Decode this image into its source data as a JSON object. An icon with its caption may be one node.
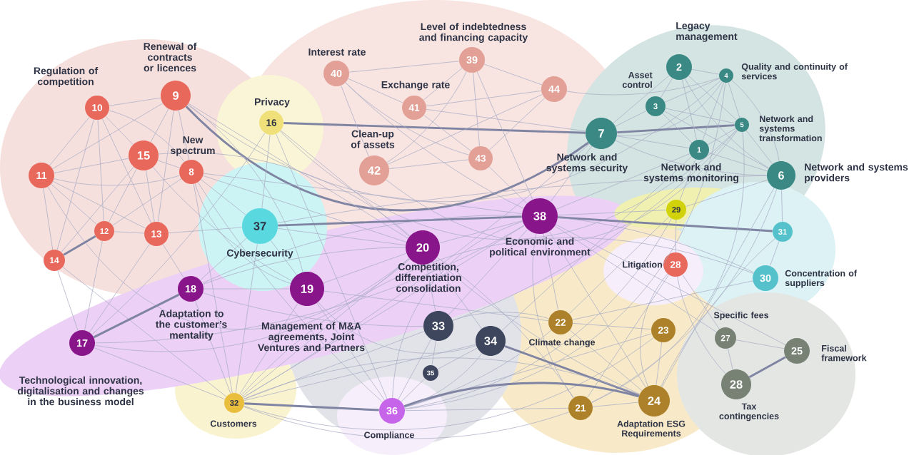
{
  "diagram": {
    "nodes": [
      {
        "text": [
          "1"
        ],
        "beside": [
          "Network and systems monitoring"
        ]
      },
      {
        "text": [
          "2"
        ],
        "beside": [
          "Legacy management"
        ]
      },
      {
        "text": [
          "3"
        ],
        "beside": [
          "Asset control"
        ]
      },
      {
        "text": [
          "4"
        ],
        "beside": [
          "Quality and continuity of services"
        ]
      },
      {
        "text": [
          "5"
        ],
        "beside": [
          "Network and systems transformation"
        ]
      },
      {
        "text": [
          "6"
        ],
        "beside": [
          "Network and systems providers"
        ]
      },
      {
        "text": [
          "7"
        ],
        "beside": [
          "Network and systems security"
        ]
      },
      {
        "text": [
          "8"
        ],
        "beside": [
          "New spectrum"
        ]
      },
      {
        "text": [
          "9"
        ],
        "beside": [
          "Renewal of contracts or licences"
        ]
      },
      {
        "text": [
          "10"
        ],
        "beside": [
          "Regulation of competition"
        ]
      },
      {
        "text": [
          "11"
        ]
      },
      {
        "text": [
          "12"
        ]
      },
      {
        "text": [
          "13"
        ]
      },
      {
        "text": [
          "14"
        ]
      },
      {
        "text": [
          "15"
        ]
      },
      {
        "text": [
          "16"
        ],
        "beside": [
          "Privacy"
        ]
      },
      {
        "text": [
          "17"
        ],
        "beside": [
          "Technological innovation, digitalisation and changes in the business model"
        ]
      },
      {
        "text": [
          "18"
        ],
        "beside": [
          "Adaptation to the customer’s mentality"
        ]
      },
      {
        "text": [
          "19"
        ],
        "beside": [
          "Management of M&A agreements, Joint Ventures and Partners"
        ]
      },
      {
        "text": [
          "20"
        ],
        "beside": [
          "Competition, differentiation consolidation"
        ]
      },
      {
        "text": [
          "21"
        ]
      },
      {
        "text": [
          "22"
        ],
        "beside": [
          "Climate change"
        ]
      },
      {
        "text": [
          "23"
        ]
      },
      {
        "text": [
          "24"
        ],
        "beside": [
          "Adaptation ESG Requirements"
        ]
      },
      {
        "text": [
          "25"
        ],
        "beside": [
          "Fiscal framework"
        ]
      },
      {
        "text": [
          "27"
        ],
        "beside": [
          "Specific fees"
        ]
      },
      {
        "text": [
          "28"
        ],
        "beside": [
          "Tax contingencies"
        ]
      },
      {
        "text": [
          "28"
        ],
        "beside": [
          "Litigation"
        ]
      },
      {
        "text": [
          "29"
        ]
      },
      {
        "text": [
          "30"
        ],
        "beside": [
          "Concentration of suppliers"
        ]
      },
      {
        "text": [
          "31"
        ]
      },
      {
        "text": [
          "32"
        ],
        "beside": [
          "Customers"
        ]
      },
      {
        "text": [
          "33"
        ]
      },
      {
        "text": [
          "34"
        ]
      },
      {
        "text": [
          "35"
        ]
      },
      {
        "text": [
          "36"
        ],
        "beside": [
          "Compliance"
        ]
      },
      {
        "text": [
          "37"
        ],
        "beside": [
          "Cybersecurity"
        ]
      },
      {
        "text": [
          "38"
        ],
        "beside": [
          "Economic and political environment"
        ]
      },
      {
        "text": [
          "39"
        ],
        "beside": [
          "Level of indebtedness and financing capacity"
        ]
      },
      {
        "text": [
          "40"
        ],
        "beside": [
          "Interest rate"
        ]
      },
      {
        "text": [
          "41"
        ],
        "beside": [
          "Exchange rate"
        ]
      },
      {
        "text": [
          "42"
        ],
        "beside": [
          "Clean-up of assets"
        ]
      },
      {
        "text": [
          "43"
        ]
      },
      {
        "text": [
          "44"
        ]
      }
    ],
    "edges": [
      {
        "from": 9,
        "to": 8,
        "arrow": "none"
      },
      {
        "from": 9,
        "to": 10,
        "arrow": "none"
      },
      {
        "from": 9,
        "to": 14,
        "arrow": "none"
      },
      {
        "from": 9,
        "to": 12,
        "arrow": "none"
      },
      {
        "from": 9,
        "to": 7,
        "arrow": "none"
      },
      {
        "from": 9,
        "to": 11,
        "arrow": "none"
      },
      {
        "from": 9,
        "to": 13,
        "arrow": "none"
      },
      {
        "from": 8,
        "to": 14,
        "arrow": "none"
      },
      {
        "from": 8,
        "to": 7,
        "arrow": "none"
      },
      {
        "from": 8,
        "to": 10,
        "arrow": "none"
      },
      {
        "from": 8,
        "to": 12,
        "arrow": "none"
      },
      {
        "from": 8,
        "to": 6,
        "arrow": "none",
        "style": "thick"
      },
      {
        "from": 8,
        "to": 3,
        "arrow": "none"
      },
      {
        "from": 14,
        "to": 10,
        "arrow": "none"
      },
      {
        "from": 14,
        "to": 7,
        "arrow": "none"
      },
      {
        "from": 14,
        "to": 12,
        "arrow": "none"
      },
      {
        "from": 14,
        "to": 11,
        "arrow": "none"
      },
      {
        "from": 14,
        "to": 13,
        "arrow": "none"
      },
      {
        "from": 14,
        "to": 19,
        "arrow": "none"
      },
      {
        "from": 14,
        "to": 18,
        "arrow": "none"
      },
      {
        "from": 10,
        "to": 7,
        "arrow": "none"
      },
      {
        "from": 10,
        "to": 12,
        "arrow": "none"
      },
      {
        "from": 10,
        "to": 11,
        "arrow": "none"
      },
      {
        "from": 10,
        "to": 13,
        "arrow": "none"
      },
      {
        "from": 10,
        "to": 19,
        "arrow": "none"
      },
      {
        "from": 11,
        "to": 12,
        "arrow": "none"
      },
      {
        "from": 11,
        "to": 13,
        "arrow": "none",
        "style": "thick"
      },
      {
        "from": 11,
        "to": 7,
        "arrow": "none"
      },
      {
        "from": 11,
        "to": 16,
        "arrow": "none"
      },
      {
        "from": 12,
        "to": 16,
        "arrow": "none"
      },
      {
        "from": 12,
        "to": 17,
        "arrow": "none"
      },
      {
        "from": 12,
        "to": 36,
        "arrow": "none"
      },
      {
        "from": 13,
        "to": 16,
        "arrow": "none"
      },
      {
        "from": 13,
        "to": 31,
        "arrow": "none"
      },
      {
        "from": 7,
        "to": 36,
        "arrow": "none"
      },
      {
        "from": 7,
        "to": 19,
        "arrow": "none"
      },
      {
        "from": 7,
        "to": 18,
        "arrow": "none"
      },
      {
        "from": 7,
        "to": 37,
        "arrow": "none"
      },
      {
        "from": 7,
        "to": 31,
        "arrow": "none"
      },
      {
        "from": 7,
        "to": 35,
        "arrow": "none"
      },
      {
        "from": 15,
        "to": 6,
        "arrow": "none",
        "style": "thick"
      },
      {
        "from": 15,
        "to": 36,
        "arrow": "none"
      },
      {
        "from": 15,
        "to": 35,
        "arrow": "none"
      },
      {
        "from": 15,
        "to": 16,
        "arrow": "none"
      },
      {
        "from": 15,
        "to": 19,
        "arrow": "none"
      },
      {
        "from": 15,
        "to": 4,
        "arrow": "none"
      },
      {
        "from": 8,
        "to": 19,
        "arrow": "none"
      },
      {
        "from": 8,
        "to": 18,
        "arrow": "none"
      },
      {
        "from": 36,
        "to": 37,
        "arrow": "none",
        "style": "thick"
      },
      {
        "from": 36,
        "to": 19,
        "arrow": "none"
      },
      {
        "from": 36,
        "to": 18,
        "arrow": "none"
      },
      {
        "from": 36,
        "to": 31,
        "arrow": "none"
      },
      {
        "from": 36,
        "to": 5,
        "arrow": "none"
      },
      {
        "from": 36,
        "to": 17,
        "arrow": "none"
      },
      {
        "from": 17,
        "to": 16,
        "arrow": "none",
        "style": "thick"
      },
      {
        "from": 17,
        "to": 18,
        "arrow": "none"
      },
      {
        "from": 17,
        "to": 31,
        "arrow": "none"
      },
      {
        "from": 17,
        "to": 19,
        "arrow": "none"
      },
      {
        "from": 17,
        "to": 37,
        "arrow": "none"
      },
      {
        "from": 17,
        "to": 32,
        "arrow": "none"
      },
      {
        "from": 16,
        "to": 31,
        "arrow": "none"
      },
      {
        "from": 16,
        "to": 37,
        "arrow": "none"
      },
      {
        "from": 16,
        "to": 19,
        "arrow": "none"
      },
      {
        "from": 18,
        "to": 19,
        "arrow": "none"
      },
      {
        "from": 18,
        "to": 31,
        "arrow": "none"
      },
      {
        "from": 18,
        "to": 35,
        "arrow": "none"
      },
      {
        "from": 18,
        "to": 33,
        "arrow": "none"
      },
      {
        "from": 18,
        "to": 21,
        "arrow": "none"
      },
      {
        "from": 19,
        "to": 37,
        "arrow": "none"
      },
      {
        "from": 19,
        "to": 32,
        "arrow": "none"
      },
      {
        "from": 19,
        "to": 33,
        "arrow": "none"
      },
      {
        "from": 19,
        "to": 23,
        "arrow": "none"
      },
      {
        "from": 19,
        "to": 20,
        "arrow": "none"
      },
      {
        "from": 19,
        "to": 31,
        "arrow": "none"
      },
      {
        "from": 37,
        "to": 6,
        "arrow": "none"
      },
      {
        "from": 37,
        "to": 30,
        "arrow": "none",
        "style": "thick"
      },
      {
        "from": 37,
        "to": 28,
        "arrow": "none"
      },
      {
        "from": 37,
        "to": 29,
        "arrow": "none"
      },
      {
        "from": 37,
        "to": 21,
        "arrow": "none"
      },
      {
        "from": 37,
        "to": 20,
        "arrow": "none"
      },
      {
        "from": 37,
        "to": 23,
        "arrow": "none"
      },
      {
        "from": 37,
        "to": 25,
        "arrow": "none"
      },
      {
        "from": 37,
        "to": 24,
        "arrow": "none"
      },
      {
        "from": 37,
        "to": 35,
        "arrow": "none"
      },
      {
        "from": 37,
        "to": 31,
        "arrow": "none"
      },
      {
        "from": 37,
        "to": 32,
        "arrow": "none"
      },
      {
        "from": 37,
        "to": 0,
        "arrow": "none"
      },
      {
        "from": 37,
        "to": 42,
        "arrow": "none"
      },
      {
        "from": 37,
        "to": 38,
        "arrow": "none"
      },
      {
        "from": 39,
        "to": 38,
        "arrow": "none"
      },
      {
        "from": 39,
        "to": 40,
        "arrow": "none"
      },
      {
        "from": 39,
        "to": 41,
        "arrow": "none"
      },
      {
        "from": 39,
        "to": 42,
        "arrow": "none"
      },
      {
        "from": 39,
        "to": 37,
        "arrow": "none"
      },
      {
        "from": 40,
        "to": 38,
        "arrow": "none"
      },
      {
        "from": 40,
        "to": 43,
        "arrow": "none"
      },
      {
        "from": 40,
        "to": 42,
        "arrow": "none"
      },
      {
        "from": 40,
        "to": 6,
        "arrow": "none"
      },
      {
        "from": 41,
        "to": 43,
        "arrow": "none"
      },
      {
        "from": 41,
        "to": 38,
        "arrow": "none"
      },
      {
        "from": 41,
        "to": 42,
        "arrow": "none"
      },
      {
        "from": 42,
        "to": 43,
        "arrow": "none"
      },
      {
        "from": 42,
        "to": 38,
        "arrow": "none"
      },
      {
        "from": 43,
        "to": 38,
        "arrow": "none"
      },
      {
        "from": 43,
        "to": 3,
        "arrow": "none"
      },
      {
        "from": 41,
        "to": 4,
        "arrow": "none"
      },
      {
        "from": 6,
        "to": 2,
        "arrow": "none"
      },
      {
        "from": 6,
        "to": 0,
        "arrow": "none"
      },
      {
        "from": 6,
        "to": 3,
        "arrow": "none"
      },
      {
        "from": 6,
        "to": 1,
        "arrow": "none"
      },
      {
        "from": 6,
        "to": 4,
        "arrow": "none",
        "style": "thick"
      },
      {
        "from": 6,
        "to": 5,
        "arrow": "none"
      },
      {
        "from": 6,
        "to": 31,
        "arrow": "none"
      },
      {
        "from": 1,
        "to": 3,
        "arrow": "none"
      },
      {
        "from": 1,
        "to": 2,
        "arrow": "none"
      },
      {
        "from": 1,
        "to": 0,
        "arrow": "none"
      },
      {
        "from": 1,
        "to": 4,
        "arrow": "none"
      },
      {
        "from": 1,
        "to": 5,
        "arrow": "none"
      },
      {
        "from": 2,
        "to": 3,
        "arrow": "none"
      },
      {
        "from": 2,
        "to": 0,
        "arrow": "none"
      },
      {
        "from": 2,
        "to": 4,
        "arrow": "none"
      },
      {
        "from": 2,
        "to": 5,
        "arrow": "none"
      },
      {
        "from": 3,
        "to": 0,
        "arrow": "none"
      },
      {
        "from": 3,
        "to": 4,
        "arrow": "none"
      },
      {
        "from": 3,
        "to": 5,
        "arrow": "none"
      },
      {
        "from": 3,
        "to": 35,
        "arrow": "none"
      },
      {
        "from": 4,
        "to": 0,
        "arrow": "none"
      },
      {
        "from": 4,
        "to": 5,
        "arrow": "none"
      },
      {
        "from": 4,
        "to": 32,
        "arrow": "none"
      },
      {
        "from": 4,
        "to": 20,
        "arrow": "none"
      },
      {
        "from": 0,
        "to": 5,
        "arrow": "none"
      },
      {
        "from": 0,
        "to": 28,
        "arrow": "none"
      },
      {
        "from": 0,
        "to": 33,
        "arrow": "none"
      },
      {
        "from": 5,
        "to": 30,
        "arrow": "none"
      },
      {
        "from": 5,
        "to": 20,
        "arrow": "none"
      },
      {
        "from": 5,
        "to": 28,
        "arrow": "none"
      },
      {
        "from": 5,
        "to": 23,
        "arrow": "none"
      },
      {
        "from": 28,
        "to": 27,
        "arrow": "none"
      },
      {
        "from": 28,
        "to": 21,
        "arrow": "none"
      },
      {
        "from": 28,
        "to": 35,
        "arrow": "none"
      },
      {
        "from": 27,
        "to": 25,
        "arrow": "none"
      },
      {
        "from": 27,
        "to": 23,
        "arrow": "none"
      },
      {
        "from": 27,
        "to": 20,
        "arrow": "none"
      },
      {
        "from": 27,
        "to": 26,
        "arrow": "none"
      },
      {
        "from": 30,
        "to": 29,
        "arrow": "none"
      },
      {
        "from": 30,
        "to": 23,
        "arrow": "none"
      },
      {
        "from": 29,
        "to": 31,
        "arrow": "none"
      },
      {
        "from": 29,
        "to": 21,
        "arrow": "none"
      },
      {
        "from": 25,
        "to": 24,
        "arrow": "none"
      },
      {
        "from": 25,
        "to": 26,
        "arrow": "none"
      },
      {
        "from": 24,
        "to": 26,
        "arrow": "none",
        "style": "thick"
      },
      {
        "from": 21,
        "to": 32,
        "arrow": "none"
      },
      {
        "from": 21,
        "to": 23,
        "arrow": "none"
      },
      {
        "from": 21,
        "to": 35,
        "arrow": "none"
      },
      {
        "from": 21,
        "to": 22,
        "arrow": "none"
      },
      {
        "from": 22,
        "to": 23,
        "arrow": "none"
      },
      {
        "from": 22,
        "to": 31,
        "arrow": "none"
      },
      {
        "from": 22,
        "to": 35,
        "arrow": "none"
      },
      {
        "from": 23,
        "to": 20,
        "arrow": "none"
      },
      {
        "from": 23,
        "to": 33,
        "arrow": "none",
        "style": "thick"
      },
      {
        "from": 23,
        "to": 35,
        "arrow": "none",
        "style": "thick"
      },
      {
        "from": 23,
        "to": 31,
        "arrow": "none"
      },
      {
        "from": 20,
        "to": 35,
        "arrow": "none"
      },
      {
        "from": 20,
        "to": 31,
        "arrow": "none"
      },
      {
        "from": 32,
        "to": 34,
        "arrow": "none"
      },
      {
        "from": 32,
        "to": 35,
        "arrow": "none"
      },
      {
        "from": 32,
        "to": 31,
        "arrow": "none"
      },
      {
        "from": 33,
        "to": 34,
        "arrow": "none"
      },
      {
        "from": 33,
        "to": 35,
        "arrow": "none"
      },
      {
        "from": 33,
        "to": 31,
        "arrow": "none"
      },
      {
        "from": 34,
        "to": 35,
        "arrow": "none"
      },
      {
        "from": 35,
        "to": 31,
        "arrow": "none",
        "style": "thick"
      }
    ]
  }
}
